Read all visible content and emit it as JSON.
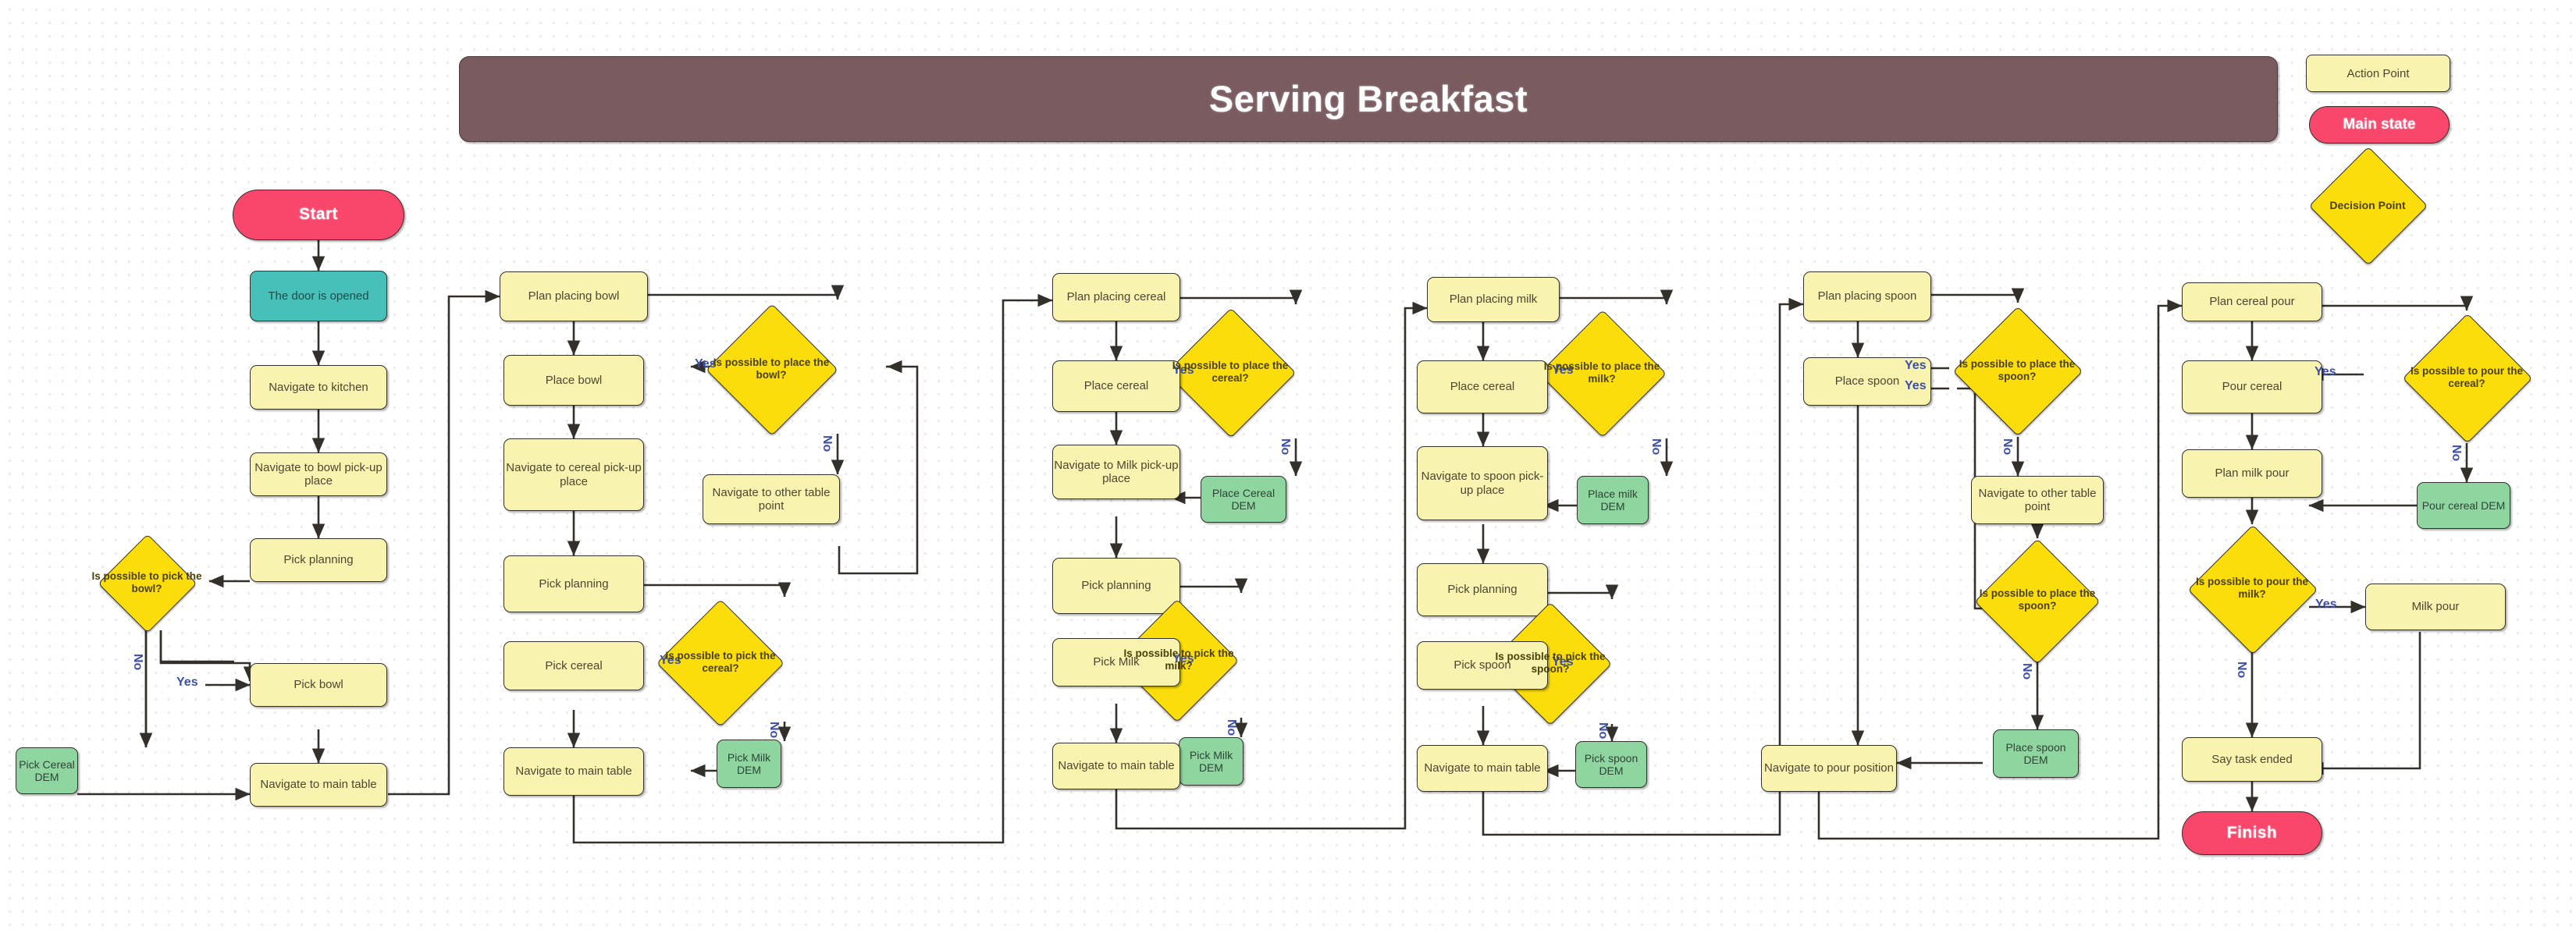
{
  "title": "Serving Breakfast",
  "legend": {
    "action_point": "Action Point",
    "main_state": "Main state",
    "decision_point": "Decision Point"
  },
  "edge_labels": {
    "yes": "Yes",
    "no": "No"
  },
  "colors": {
    "action": "#f8f4b0",
    "decision": "#fbdd0c",
    "dem": "#8ed5a0",
    "state": "#f9476b",
    "teal": "#46c0b8",
    "banner": "#7a5c60",
    "label_text": "#3c4fa8",
    "edge": "#33302c"
  },
  "nodes": {
    "start": "Start",
    "door_opened": "The door is opened",
    "nav_kitchen": "Navigate to kitchen",
    "nav_bowl_pickup": "Navigate to bowl pick-up place",
    "pick_planning_1": "Pick planning",
    "dec_pick_bowl": "Is possible to pick the bowl?",
    "pick_bowl": "Pick bowl",
    "pick_cereal_dem": "Pick Cereal DEM",
    "nav_main_table_1": "Navigate to main table",
    "plan_placing_bowl": "Plan placing bowl",
    "dec_place_bowl": "Is possible to place the bowl?",
    "place_bowl": "Place bowl",
    "nav_other_table_point_1": "Navigate to other table point",
    "nav_cereal_pickup": "Navigate to cereal pick-up place",
    "pick_planning_2": "Pick planning",
    "dec_pick_cereal": "Is possible to pick the cereal?",
    "pick_cereal": "Pick cereal",
    "pick_milk_dem_1": "Pick Milk DEM",
    "nav_main_table_2": "Navigate to main table",
    "plan_placing_cereal": "Plan placing cereal",
    "dec_place_cereal": "Is possible to place the cereal?",
    "place_cereal_1": "Place cereal",
    "place_cereal_dem": "Place Cereal DEM",
    "nav_milk_pickup": "Navigate to Milk pick-up place",
    "pick_planning_3": "Pick planning",
    "dec_pick_milk": "Is possible to pick the milk?",
    "pick_milk": "Pick Milk",
    "pick_milk_dem_2": "Pick Milk DEM",
    "nav_main_table_3": "Navigate to main table",
    "plan_placing_milk": "Plan placing milk",
    "dec_place_milk": "Is possible to place the milk?",
    "place_cereal_2": "Place cereal",
    "place_milk_dem": "Place milk DEM",
    "nav_spoon_pickup": "Navigate to spoon pick-up place",
    "pick_planning_4": "Pick planning",
    "dec_pick_spoon": "Is possible to pick the spoon?",
    "pick_spoon": "Pick spoon",
    "pick_spoon_dem": "Pick spoon DEM",
    "nav_main_table_4": "Navigate to main table",
    "plan_placing_spoon": "Plan placing spoon",
    "dec_place_spoon_1": "Is possible to place the spoon?",
    "place_spoon": "Place spoon",
    "nav_other_table_point_2": "Navigate to other table point",
    "dec_place_spoon_2": "Is possible to place the spoon?",
    "place_spoon_dem": "Place spoon DEM",
    "nav_pour_position": "Navigate to pour position",
    "plan_cereal_pour": "Plan cereal pour",
    "dec_pour_cereal": "Is possible to pour the cereal?",
    "pour_cereal": "Pour cereal",
    "pour_cereal_dem": "Pour cereal DEM",
    "plan_milk_pour": "Plan milk pour",
    "dec_pour_milk": "Is possible to pour the milk?",
    "milk_pour": "Milk pour",
    "say_task_ended": "Say task ended",
    "finish": "Finish"
  }
}
